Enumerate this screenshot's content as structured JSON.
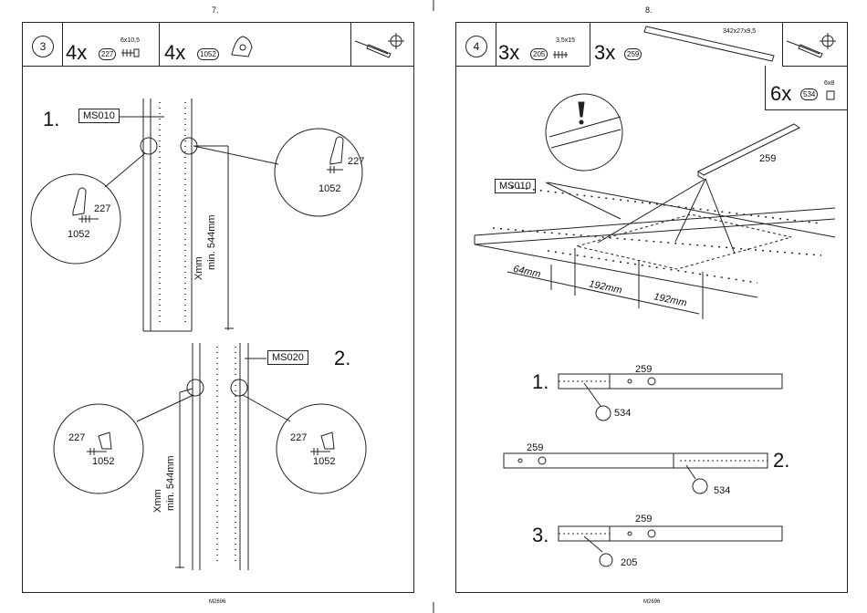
{
  "pages": {
    "left": {
      "page_number": "7.",
      "footer": "M2696",
      "step": "3",
      "parts": [
        {
          "qty": "4x",
          "part": "227",
          "size": "6x10,5"
        },
        {
          "qty": "4x",
          "part": "1052"
        }
      ],
      "sub1": {
        "number": "1.",
        "label": "MS010",
        "dim_a": "Xmm",
        "dim_b": "min. 544mm",
        "callout_left": [
          "227",
          "1052"
        ],
        "callout_right": [
          "227",
          "1052"
        ]
      },
      "sub2": {
        "number": "2.",
        "label": "MS020",
        "dim_a": "Xmm",
        "dim_b": "min. 544mm",
        "callout_left": [
          "227",
          "1052"
        ],
        "callout_right": [
          "227",
          "1052"
        ]
      }
    },
    "right": {
      "page_number": "8.",
      "footer": "M2696",
      "step": "4",
      "parts": [
        {
          "qty": "3x",
          "part": "205",
          "size": "3,5x15"
        },
        {
          "qty": "3x",
          "part": "259",
          "size": "342x27x9,5"
        },
        {
          "qty": "6x",
          "part": "534",
          "size": "6x8"
        }
      ],
      "label": "MS010",
      "rail_part": "259",
      "dims": [
        "64mm",
        "192mm",
        "192mm"
      ],
      "sub_steps": [
        {
          "number": "1.",
          "rail": "259",
          "screw": "534"
        },
        {
          "number": "2.",
          "rail": "259",
          "screw": "534"
        },
        {
          "number": "3.",
          "rail": "259",
          "screw": "205"
        }
      ]
    }
  }
}
